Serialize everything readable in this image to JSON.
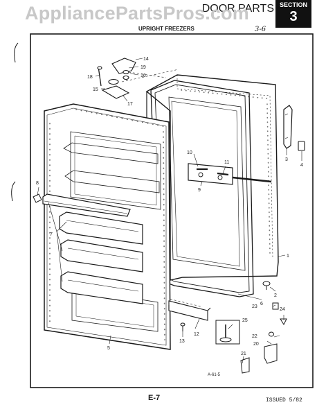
{
  "watermark": "AppliancePartsPros.com",
  "header": {
    "door_parts": "DOOR PARTS",
    "section_label": "SECTION",
    "section_number": "3",
    "subtitle": "UPRIGHT FREEZERS",
    "handwritten_note": "3-6"
  },
  "footer": {
    "page_code": "E-7",
    "issued": "ISSUED 5/82"
  },
  "diagram": {
    "reference_code": "A-61-5",
    "callouts": [
      "1",
      "2",
      "3",
      "4",
      "5",
      "6",
      "7",
      "8",
      "9",
      "10",
      "11",
      "12",
      "13",
      "14",
      "15",
      "16",
      "17",
      "18",
      "19",
      "20",
      "21",
      "22",
      "23",
      "24",
      "25"
    ]
  },
  "colors": {
    "ink": "#1a1a1a",
    "watermark": "#c8c8c8",
    "section_box": "#111111",
    "dots": "#777777"
  }
}
